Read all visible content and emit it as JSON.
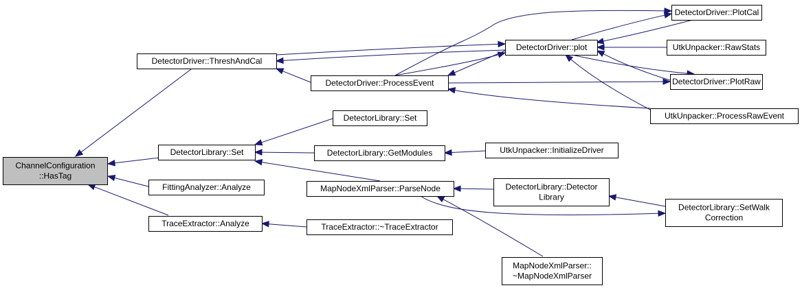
{
  "colors": {
    "edge": "#191970",
    "root_fill": "#bfbfbf",
    "node_fill": "#ffffff",
    "node_stroke": "#000000"
  },
  "nodes": [
    {
      "id": "hastag",
      "lines": [
        "ChannelConfiguration",
        "::HasTag"
      ],
      "root": true
    },
    {
      "id": "threshcal",
      "lines": [
        "DetectorDriver::ThreshAndCal"
      ]
    },
    {
      "id": "libset1",
      "lines": [
        "DetectorLibrary::Set"
      ]
    },
    {
      "id": "fitting",
      "lines": [
        "FittingAnalyzer::Analyze"
      ]
    },
    {
      "id": "traceanalyze",
      "lines": [
        "TraceExtractor::Analyze"
      ]
    },
    {
      "id": "processevent",
      "lines": [
        "DetectorDriver::ProcessEvent"
      ]
    },
    {
      "id": "libset2",
      "lines": [
        "DetectorLibrary::Set"
      ]
    },
    {
      "id": "getmodules",
      "lines": [
        "DetectorLibrary::GetModules"
      ]
    },
    {
      "id": "parsenode",
      "lines": [
        "MapNodeXmlParser::ParseNode"
      ]
    },
    {
      "id": "tracedtor",
      "lines": [
        "TraceExtractor::~TraceExtractor"
      ]
    },
    {
      "id": "plot",
      "lines": [
        "DetectorDriver::plot"
      ]
    },
    {
      "id": "initdriver",
      "lines": [
        "UtkUnpacker::InitializeDriver"
      ]
    },
    {
      "id": "libctor",
      "lines": [
        "DetectorLibrary::Detector",
        "Library"
      ]
    },
    {
      "id": "mapdtor",
      "lines": [
        "MapNodeXmlParser::",
        "~MapNodeXmlParser"
      ]
    },
    {
      "id": "plotcal",
      "lines": [
        "DetectorDriver::PlotCal"
      ]
    },
    {
      "id": "rawstats",
      "lines": [
        "UtkUnpacker::RawStats"
      ]
    },
    {
      "id": "plotraw",
      "lines": [
        "DetectorDriver::PlotRaw"
      ]
    },
    {
      "id": "processraw",
      "lines": [
        "UtkUnpacker::ProcessRawEvent"
      ]
    },
    {
      "id": "setwalk",
      "lines": [
        "DetectorLibrary::SetWalk",
        "Correction"
      ]
    }
  ],
  "edges": [
    {
      "from": "threshcal",
      "to": "hastag"
    },
    {
      "from": "libset1",
      "to": "hastag"
    },
    {
      "from": "fitting",
      "to": "hastag"
    },
    {
      "from": "traceanalyze",
      "to": "hastag"
    },
    {
      "from": "processevent",
      "to": "threshcal"
    },
    {
      "from": "plot",
      "to": "threshcal"
    },
    {
      "from": "threshcal",
      "to": "plot"
    },
    {
      "from": "plot",
      "to": "processevent"
    },
    {
      "from": "processevent",
      "to": "plot"
    },
    {
      "from": "processevent",
      "to": "plotcal"
    },
    {
      "from": "processevent",
      "to": "plotraw"
    },
    {
      "from": "processraw",
      "to": "processevent"
    },
    {
      "from": "plotcal",
      "to": "plot"
    },
    {
      "from": "plot",
      "to": "plotcal"
    },
    {
      "from": "rawstats",
      "to": "plot"
    },
    {
      "from": "plotraw",
      "to": "plot"
    },
    {
      "from": "plot",
      "to": "plotraw"
    },
    {
      "from": "processraw",
      "to": "plot"
    },
    {
      "from": "libset2",
      "to": "libset1"
    },
    {
      "from": "getmodules",
      "to": "libset1"
    },
    {
      "from": "parsenode",
      "to": "libset1"
    },
    {
      "from": "initdriver",
      "to": "getmodules"
    },
    {
      "from": "libctor",
      "to": "parsenode"
    },
    {
      "from": "mapdtor",
      "to": "parsenode"
    },
    {
      "from": "parsenode",
      "to": "setwalk"
    },
    {
      "from": "setwalk",
      "to": "libctor"
    },
    {
      "from": "tracedtor",
      "to": "traceanalyze"
    }
  ]
}
